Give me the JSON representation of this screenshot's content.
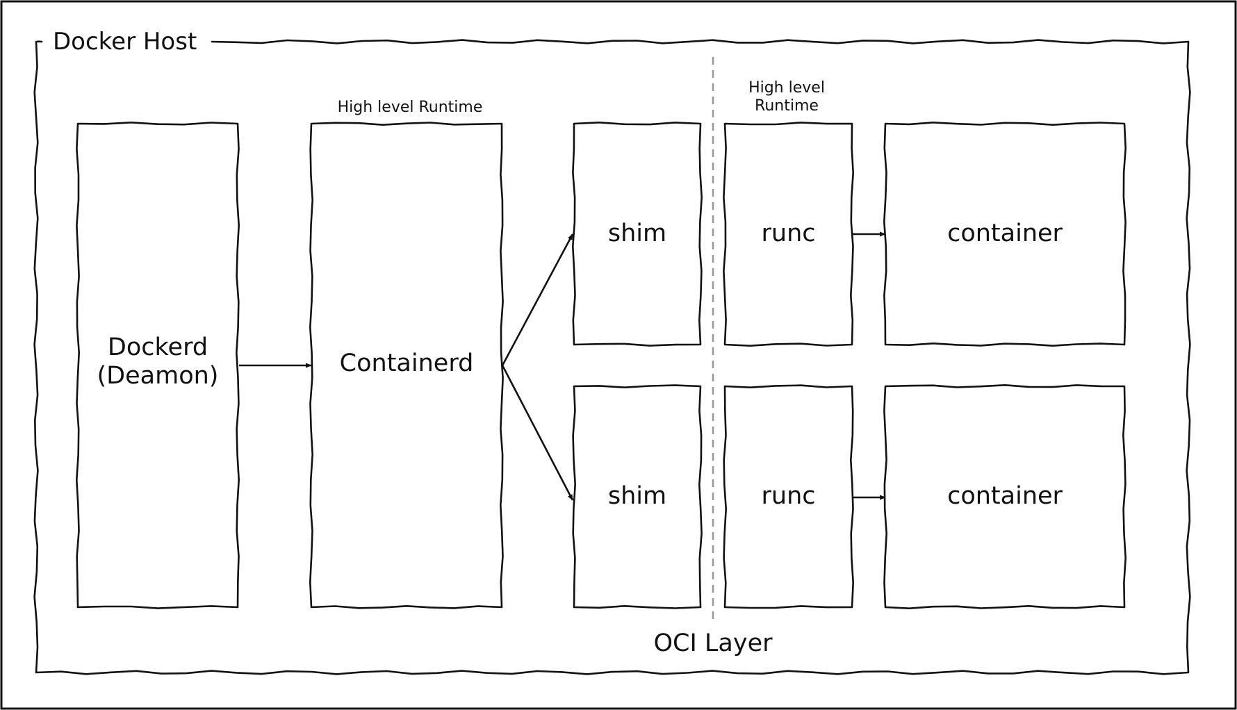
{
  "host": {
    "title": "Docker Host"
  },
  "dockerd": {
    "line1": "Dockerd",
    "line2": "(Deamon)"
  },
  "containerd": {
    "label": "Containerd",
    "caption": "High level Runtime"
  },
  "shims": [
    {
      "label": "shim"
    },
    {
      "label": "shim"
    }
  ],
  "runc_caption": {
    "line1": "High level",
    "line2": "Runtime"
  },
  "runcs": [
    {
      "label": "runc"
    },
    {
      "label": "runc"
    }
  ],
  "containers": [
    {
      "label": "container"
    },
    {
      "label": "container"
    }
  ],
  "oci_layer": {
    "label": "OCI Layer"
  }
}
